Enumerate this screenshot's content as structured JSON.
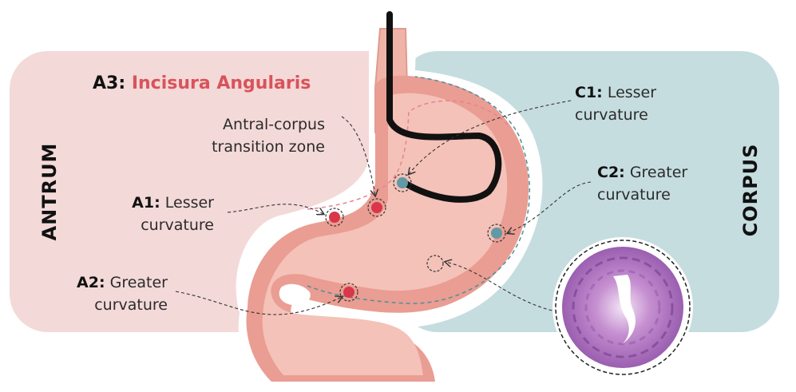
{
  "regions": {
    "antrum": {
      "label": "ANTRUM",
      "color": "#f3d9d8"
    },
    "corpus": {
      "label": "CORPUS",
      "color": "#c6dde0"
    }
  },
  "title": {
    "code": "A3:",
    "text": "Incisura Angularis",
    "color": "#d9535b"
  },
  "transition_zone": {
    "line1": "Antral-corpus",
    "line2": "transition zone"
  },
  "sites": [
    {
      "id": "a1",
      "code": "A1:",
      "line1": "Lesser",
      "line2": "curvature"
    },
    {
      "id": "a2",
      "code": "A2:",
      "line1": "Greater",
      "line2": "curvature"
    },
    {
      "id": "c1",
      "code": "C1:",
      "line1": "Lesser",
      "line2": "curvature"
    },
    {
      "id": "c2",
      "code": "C2:",
      "line1": "Greater",
      "line2": "curvature"
    }
  ],
  "colors": {
    "antrum_marker": "#d9364a",
    "corpus_marker": "#5f9aa6",
    "stomach_outer": "#e9a196",
    "stomach_inner": "#f3c1b7",
    "endoscope": "#111111",
    "histology": "#b77fc6"
  }
}
